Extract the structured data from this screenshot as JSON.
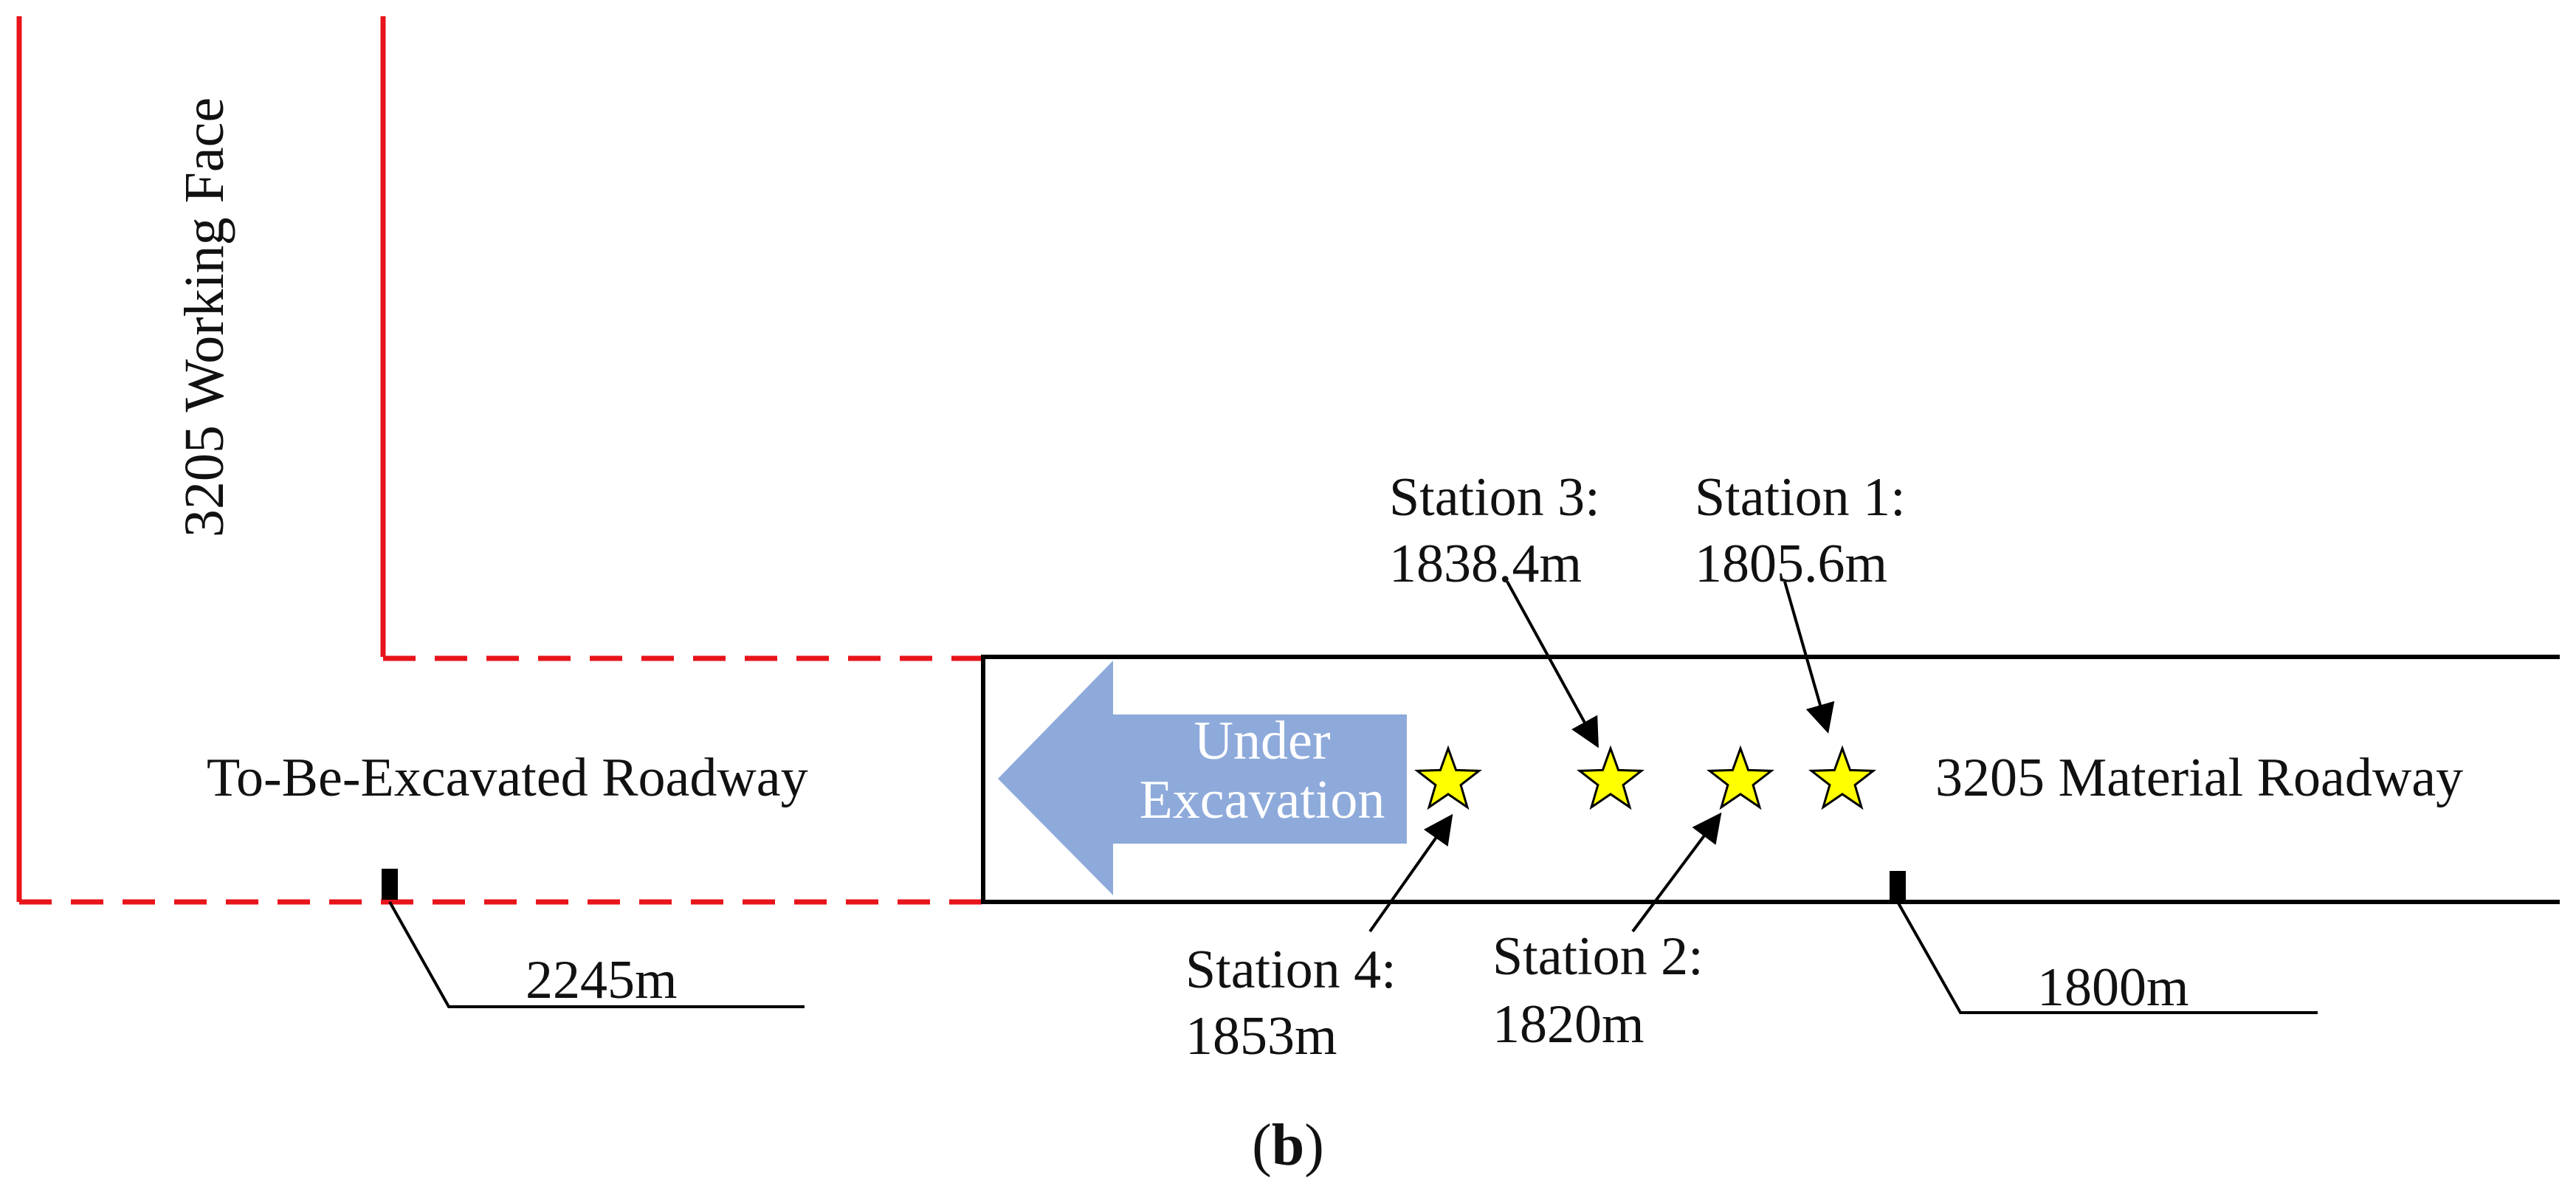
{
  "labels": {
    "working_face": "3205 Working Face",
    "to_be_excavated": "To-Be-Excavated Roadway",
    "material_roadway": "3205 Material Roadway",
    "under": "Under",
    "excavation": "Excavation",
    "caption_open": "(",
    "caption_letter": "b",
    "caption_close": ")"
  },
  "markers": {
    "left": "2245m",
    "right": "1800m"
  },
  "stations": [
    {
      "name": "Station 3:",
      "distance": "1838.4m"
    },
    {
      "name": "Station 1:",
      "distance": "1805.6m"
    },
    {
      "name": "Station 4:",
      "distance": "1853m"
    },
    {
      "name": "Station 2:",
      "distance": "1820m"
    }
  ],
  "colors": {
    "boundary_red": "#e8141b",
    "arrow_blue": "#8eaadb",
    "star_yellow": "#ffff00",
    "line_black": "#000000"
  }
}
